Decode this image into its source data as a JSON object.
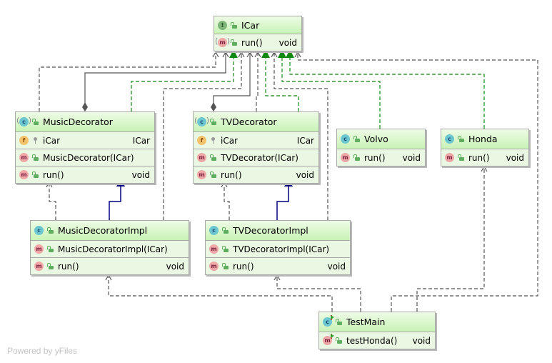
{
  "colors": {
    "node_fill": "#eaf7e2",
    "header_fill": "#c8f3b6",
    "node_border": "#a8a8a8",
    "dependency_edge": "#555555",
    "realization_edge": "#118811",
    "generalization_edge": "#00007f",
    "composition_edge": "#555555"
  },
  "nodes": [
    {
      "id": "ICar",
      "kind": "interface",
      "badge": "I",
      "title": "ICar",
      "members": [
        {
          "section": "methods",
          "badge": "m",
          "visibility": "public",
          "name": "run()",
          "type": "void"
        }
      ]
    },
    {
      "id": "MusicDecorator",
      "kind": "abstract-class",
      "badge": "C",
      "title": "MusicDecorator",
      "members": [
        {
          "section": "fields",
          "badge": "f",
          "visibility": "private",
          "name": "iCar",
          "type": "ICar"
        },
        {
          "section": "constructors",
          "badge": "m",
          "visibility": "public",
          "name": "MusicDecorator(ICar)",
          "type": ""
        },
        {
          "section": "methods",
          "badge": "m",
          "visibility": "public",
          "name": "run()",
          "type": "void"
        }
      ]
    },
    {
      "id": "TVDecorator",
      "kind": "abstract-class",
      "badge": "C",
      "title": "TVDecorator",
      "members": [
        {
          "section": "fields",
          "badge": "f",
          "visibility": "private",
          "name": "iCar",
          "type": "ICar"
        },
        {
          "section": "constructors",
          "badge": "m",
          "visibility": "public",
          "name": "TVDecorator(ICar)",
          "type": ""
        },
        {
          "section": "methods",
          "badge": "m",
          "visibility": "public",
          "name": "run()",
          "type": "void"
        }
      ]
    },
    {
      "id": "Volvo",
      "kind": "class",
      "badge": "C",
      "title": "Volvo",
      "members": [
        {
          "section": "methods",
          "badge": "m",
          "visibility": "public",
          "name": "run()",
          "type": "void"
        }
      ]
    },
    {
      "id": "Honda",
      "kind": "class",
      "badge": "C",
      "title": "Honda",
      "members": [
        {
          "section": "methods",
          "badge": "m",
          "visibility": "public",
          "name": "run()",
          "type": "void"
        }
      ]
    },
    {
      "id": "MusicDecoratorImpl",
      "kind": "class",
      "badge": "C",
      "title": "MusicDecoratorImpl",
      "members": [
        {
          "section": "constructors",
          "badge": "m",
          "visibility": "public",
          "name": "MusicDecoratorImpl(ICar)",
          "type": ""
        },
        {
          "section": "methods",
          "badge": "m",
          "visibility": "public",
          "name": "run()",
          "type": "void"
        }
      ]
    },
    {
      "id": "TVDecoratorImpl",
      "kind": "class",
      "badge": "C",
      "title": "TVDecoratorImpl",
      "members": [
        {
          "section": "constructors",
          "badge": "m",
          "visibility": "public",
          "name": "TVDecoratorImpl(ICar)",
          "type": ""
        },
        {
          "section": "methods",
          "badge": "m",
          "visibility": "public",
          "name": "run()",
          "type": "void"
        }
      ]
    },
    {
      "id": "TestMain",
      "kind": "runnable-class",
      "badge": "C",
      "title": "TestMain",
      "members": [
        {
          "section": "methods",
          "badge": "m",
          "visibility": "public",
          "name": "testHonda()",
          "type": "void",
          "runnable": true
        }
      ]
    }
  ],
  "edges": [
    {
      "from": "MusicDecorator",
      "to": "ICar",
      "type": "dependency"
    },
    {
      "from": "MusicDecorator",
      "to": "ICar",
      "type": "composition"
    },
    {
      "from": "MusicDecorator",
      "to": "ICar",
      "type": "realization"
    },
    {
      "from": "MusicDecoratorImpl",
      "to": "ICar",
      "type": "dependency"
    },
    {
      "from": "TVDecorator",
      "to": "ICar",
      "type": "composition"
    },
    {
      "from": "TVDecorator",
      "to": "ICar",
      "type": "dependency"
    },
    {
      "from": "TVDecorator",
      "to": "ICar",
      "type": "realization"
    },
    {
      "from": "TVDecoratorImpl",
      "to": "ICar",
      "type": "dependency"
    },
    {
      "from": "Volvo",
      "to": "ICar",
      "type": "realization"
    },
    {
      "from": "Honda",
      "to": "ICar",
      "type": "realization"
    },
    {
      "from": "TestMain",
      "to": "ICar",
      "type": "dependency"
    },
    {
      "from": "MusicDecoratorImpl",
      "to": "MusicDecorator",
      "type": "dependency"
    },
    {
      "from": "MusicDecoratorImpl",
      "to": "MusicDecorator",
      "type": "generalization"
    },
    {
      "from": "TVDecoratorImpl",
      "to": "TVDecorator",
      "type": "dependency"
    },
    {
      "from": "TVDecoratorImpl",
      "to": "TVDecorator",
      "type": "generalization"
    },
    {
      "from": "TestMain",
      "to": "MusicDecoratorImpl",
      "type": "dependency"
    },
    {
      "from": "TestMain",
      "to": "TVDecoratorImpl",
      "type": "dependency"
    },
    {
      "from": "TestMain",
      "to": "Honda",
      "type": "dependency"
    }
  ],
  "footer": {
    "text": "Powered by yFiles"
  }
}
